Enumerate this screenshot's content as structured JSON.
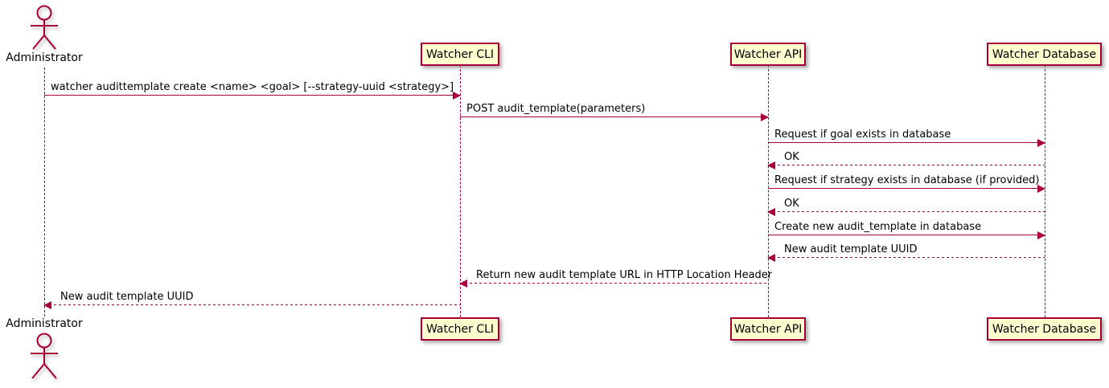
{
  "diagram": {
    "type": "sequence-diagram",
    "colors": {
      "participant_fill": "#FEFECE",
      "line_and_border": "#A80036",
      "text": "#000000",
      "background": "#FFFFFF"
    },
    "actor": {
      "name": "Administrator"
    },
    "participants": [
      {
        "label": "Watcher CLI"
      },
      {
        "label": "Watcher API"
      },
      {
        "label": "Watcher Database"
      }
    ],
    "messages": [
      {
        "from": "Administrator",
        "to": "Watcher CLI",
        "style": "solid",
        "label": "watcher audittemplate create <name> <goal> [--strategy-uuid <strategy>]"
      },
      {
        "from": "Watcher CLI",
        "to": "Watcher API",
        "style": "solid",
        "label": "POST audit_template(parameters)"
      },
      {
        "from": "Watcher API",
        "to": "Watcher Database",
        "style": "solid",
        "label": "Request if goal exists in database"
      },
      {
        "from": "Watcher Database",
        "to": "Watcher API",
        "style": "dotted",
        "label": "OK"
      },
      {
        "from": "Watcher API",
        "to": "Watcher Database",
        "style": "solid",
        "label": "Request if strategy exists in database (if provided)"
      },
      {
        "from": "Watcher Database",
        "to": "Watcher API",
        "style": "dotted",
        "label": "OK"
      },
      {
        "from": "Watcher API",
        "to": "Watcher Database",
        "style": "solid",
        "label": "Create new audit_template in database"
      },
      {
        "from": "Watcher Database",
        "to": "Watcher API",
        "style": "dotted",
        "label": "New audit template UUID"
      },
      {
        "from": "Watcher API",
        "to": "Watcher CLI",
        "style": "dotted",
        "label": "Return new audit template URL in HTTP Location Header"
      },
      {
        "from": "Watcher CLI",
        "to": "Administrator",
        "style": "dotted",
        "label": "New audit template UUID"
      }
    ]
  }
}
